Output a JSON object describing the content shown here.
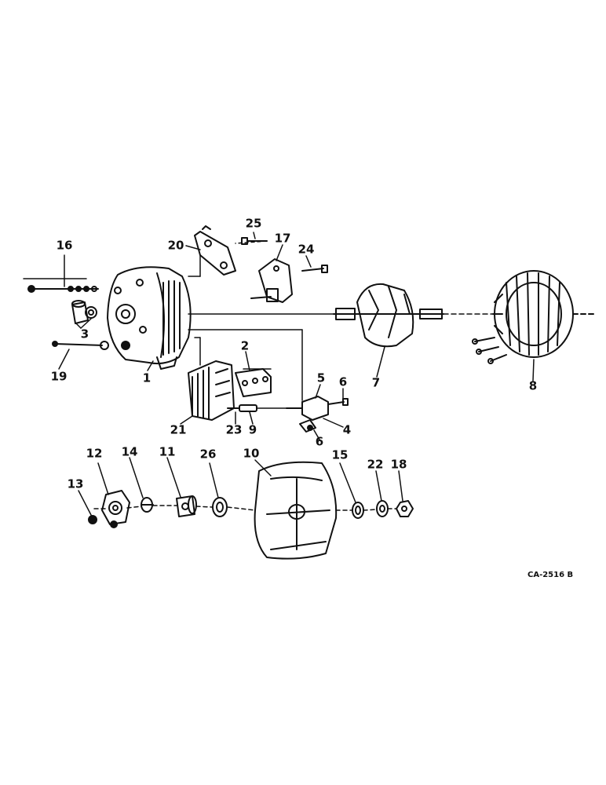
{
  "figure_code": "CA-2516 B",
  "callouts": {
    "c1": "1",
    "c2": "2",
    "c3": "3",
    "c4": "4",
    "c5": "5",
    "c6a": "6",
    "c6b": "6",
    "c7": "7",
    "c8": "8",
    "c9": "9",
    "c10": "10",
    "c11": "11",
    "c12": "12",
    "c13": "13",
    "c14": "14",
    "c15": "15",
    "c16": "16",
    "c17": "17",
    "c18": "18",
    "c19": "19",
    "c20": "20",
    "c21": "21",
    "c22": "22",
    "c23": "23",
    "c24": "24",
    "c25": "25",
    "c26": "26"
  }
}
